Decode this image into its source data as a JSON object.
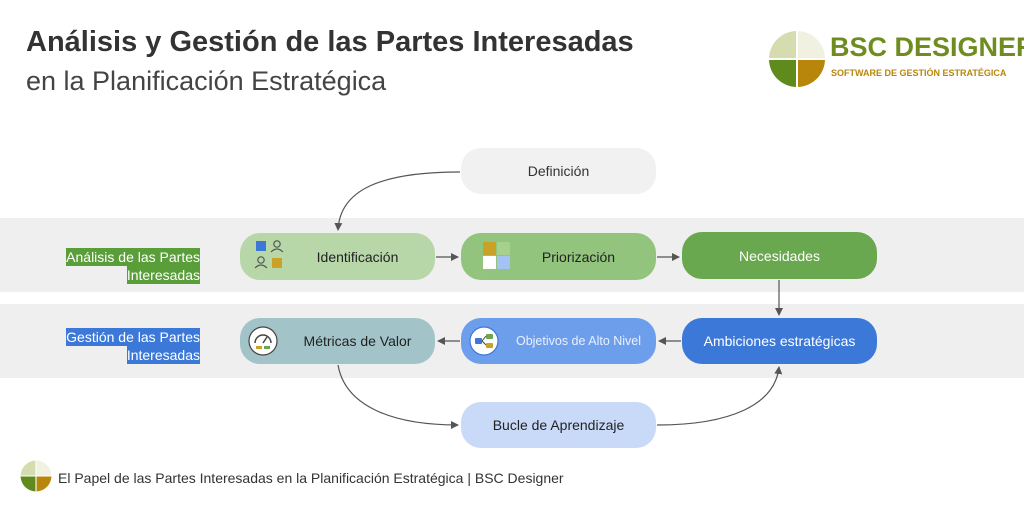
{
  "header": {
    "title_line1": "Análisis y Gestión de las Partes Interesadas",
    "title_line2": "en la Planificación Estratégica"
  },
  "logo": {
    "name": "BSC DESIGNER",
    "subtitle": "SOFTWARE DE GESTIÓN ESTRATÉGICA"
  },
  "bands": {
    "analysis_label_line1": "Análisis de las Partes",
    "analysis_label_line2": "Interesadas",
    "management_label_line1": "Gestión de las Partes",
    "management_label_line2": "Interesadas"
  },
  "nodes": {
    "definicion": "Definición",
    "identificacion": "Identificación",
    "priorizacion": "Priorización",
    "necesidades": "Necesidades",
    "metricas": "Métricas de Valor",
    "objetivos": "Objetivos de Alto Nivel",
    "ambiciones": "Ambiciones estratégicas",
    "bucle": "Bucle de Aprendizaje"
  },
  "footer": {
    "text": "El Papel de las Partes Interesadas en la Planificación Estratégica | BSC Designer"
  },
  "colors": {
    "logo_green": "#6e8c1f",
    "logo_gold": "#b8860b",
    "analysis_label_bg": "#5a9e3a",
    "management_label_bg": "#3c78d8"
  }
}
